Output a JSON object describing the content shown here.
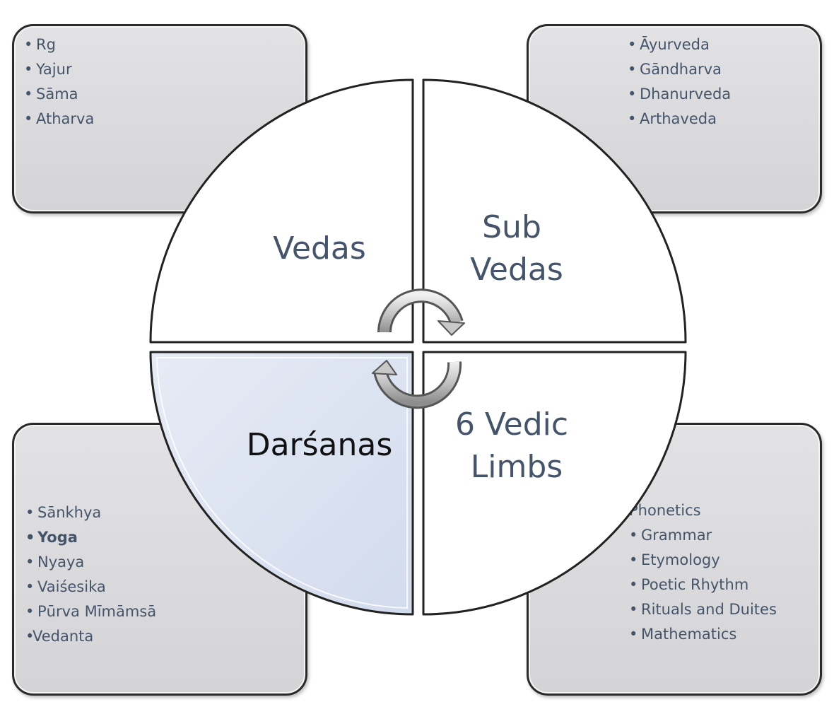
{
  "quadrants": {
    "vedas": {
      "label_lines": [
        "Vedas"
      ]
    },
    "sub_vedas": {
      "label_lines": [
        "Sub",
        "Vedas"
      ]
    },
    "darsanas": {
      "label_lines": [
        "Darśanas"
      ]
    },
    "vedic_limbs": {
      "label_lines": [
        "6 Vedic",
        "Limbs"
      ]
    }
  },
  "boxes": {
    "vedas": {
      "items": [
        {
          "bullet": "•",
          "text": "Rg"
        },
        {
          "bullet": "•",
          "text": "Yajur"
        },
        {
          "bullet": "•",
          "text": "Sāma"
        },
        {
          "bullet": "•",
          "text": "Atharva"
        }
      ]
    },
    "sub_vedas": {
      "items": [
        {
          "bullet": "•",
          "text": "Āyurveda"
        },
        {
          "bullet": "•",
          "text": "Gāndharva"
        },
        {
          "bullet": "•",
          "text": "Dhanurveda"
        },
        {
          "bullet": "•",
          "text": "Arthaveda"
        }
      ]
    },
    "darsanas": {
      "items": [
        {
          "bullet": "•",
          "text": "Sānkhya"
        },
        {
          "bullet": "•",
          "text": "Yoga",
          "bold": true
        },
        {
          "bullet": "•",
          "text": "Nyaya"
        },
        {
          "bullet": "•",
          "text": "Vaiśesika"
        },
        {
          "bullet": "•",
          "text": "Pūrva Mīmāmsā"
        },
        {
          "bullet": "•",
          "text": "Vedanta",
          "tight": true
        }
      ]
    },
    "vedic_limbs": {
      "items": [
        {
          "bullet": "",
          "text": "Phonetics"
        },
        {
          "bullet": "•",
          "text": "Grammar"
        },
        {
          "bullet": "•",
          "text": "Etymology"
        },
        {
          "bullet": "•",
          "text": "Poetic Rhythm"
        },
        {
          "bullet": "•",
          "text": "Rituals and Duites"
        },
        {
          "bullet": "•",
          "text": "Mathematics"
        }
      ]
    }
  },
  "colors": {
    "text": "#44546a",
    "highlight_fill": "#d8e0ef",
    "box_fill": "#d6d6d8",
    "stroke": "#222222"
  }
}
